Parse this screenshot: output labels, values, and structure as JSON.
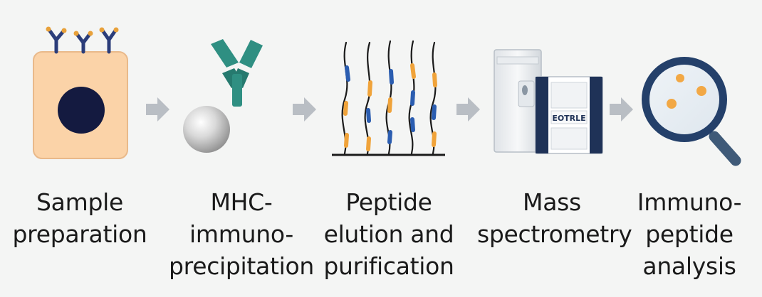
{
  "steps": [
    {
      "id": "sample",
      "lines": [
        "Sample",
        "preparation"
      ]
    },
    {
      "id": "mhc",
      "lines": [
        "MHC-",
        "immuno-",
        "precipitation"
      ]
    },
    {
      "id": "peptide",
      "lines": [
        "Peptide",
        "elution and",
        "purification"
      ]
    },
    {
      "id": "mass",
      "lines": [
        "Mass",
        "spectrometry"
      ]
    },
    {
      "id": "analysis",
      "lines": [
        "Immuno-",
        "peptide",
        "analysis"
      ]
    }
  ],
  "instrument": {
    "panel_text": "EOTRLE"
  },
  "colors": {
    "background": "#f4f5f4",
    "cell": "#fbd3a8",
    "nucleus": "#141a40",
    "mhc_receptor": "#2b3d7a",
    "mhc_tip": "#e8a13a",
    "antibody": "#2f8f82",
    "bead": "#c9c9c9",
    "arrow": "#b9bec4",
    "peptide_blue": "#2b5db0",
    "peptide_orange": "#f0a33a",
    "instrument_navy": "#1f3257",
    "magnifier_rim": "#24406a",
    "magnifier_handle": "#3f5a78",
    "magnifier_dot": "#f2a845"
  },
  "icons": [
    "cell-icon",
    "antibody-icon",
    "bead-icon",
    "peptide-strands-icon",
    "mass-spectrometer-icon",
    "magnifier-icon",
    "arrow-right-icon"
  ]
}
